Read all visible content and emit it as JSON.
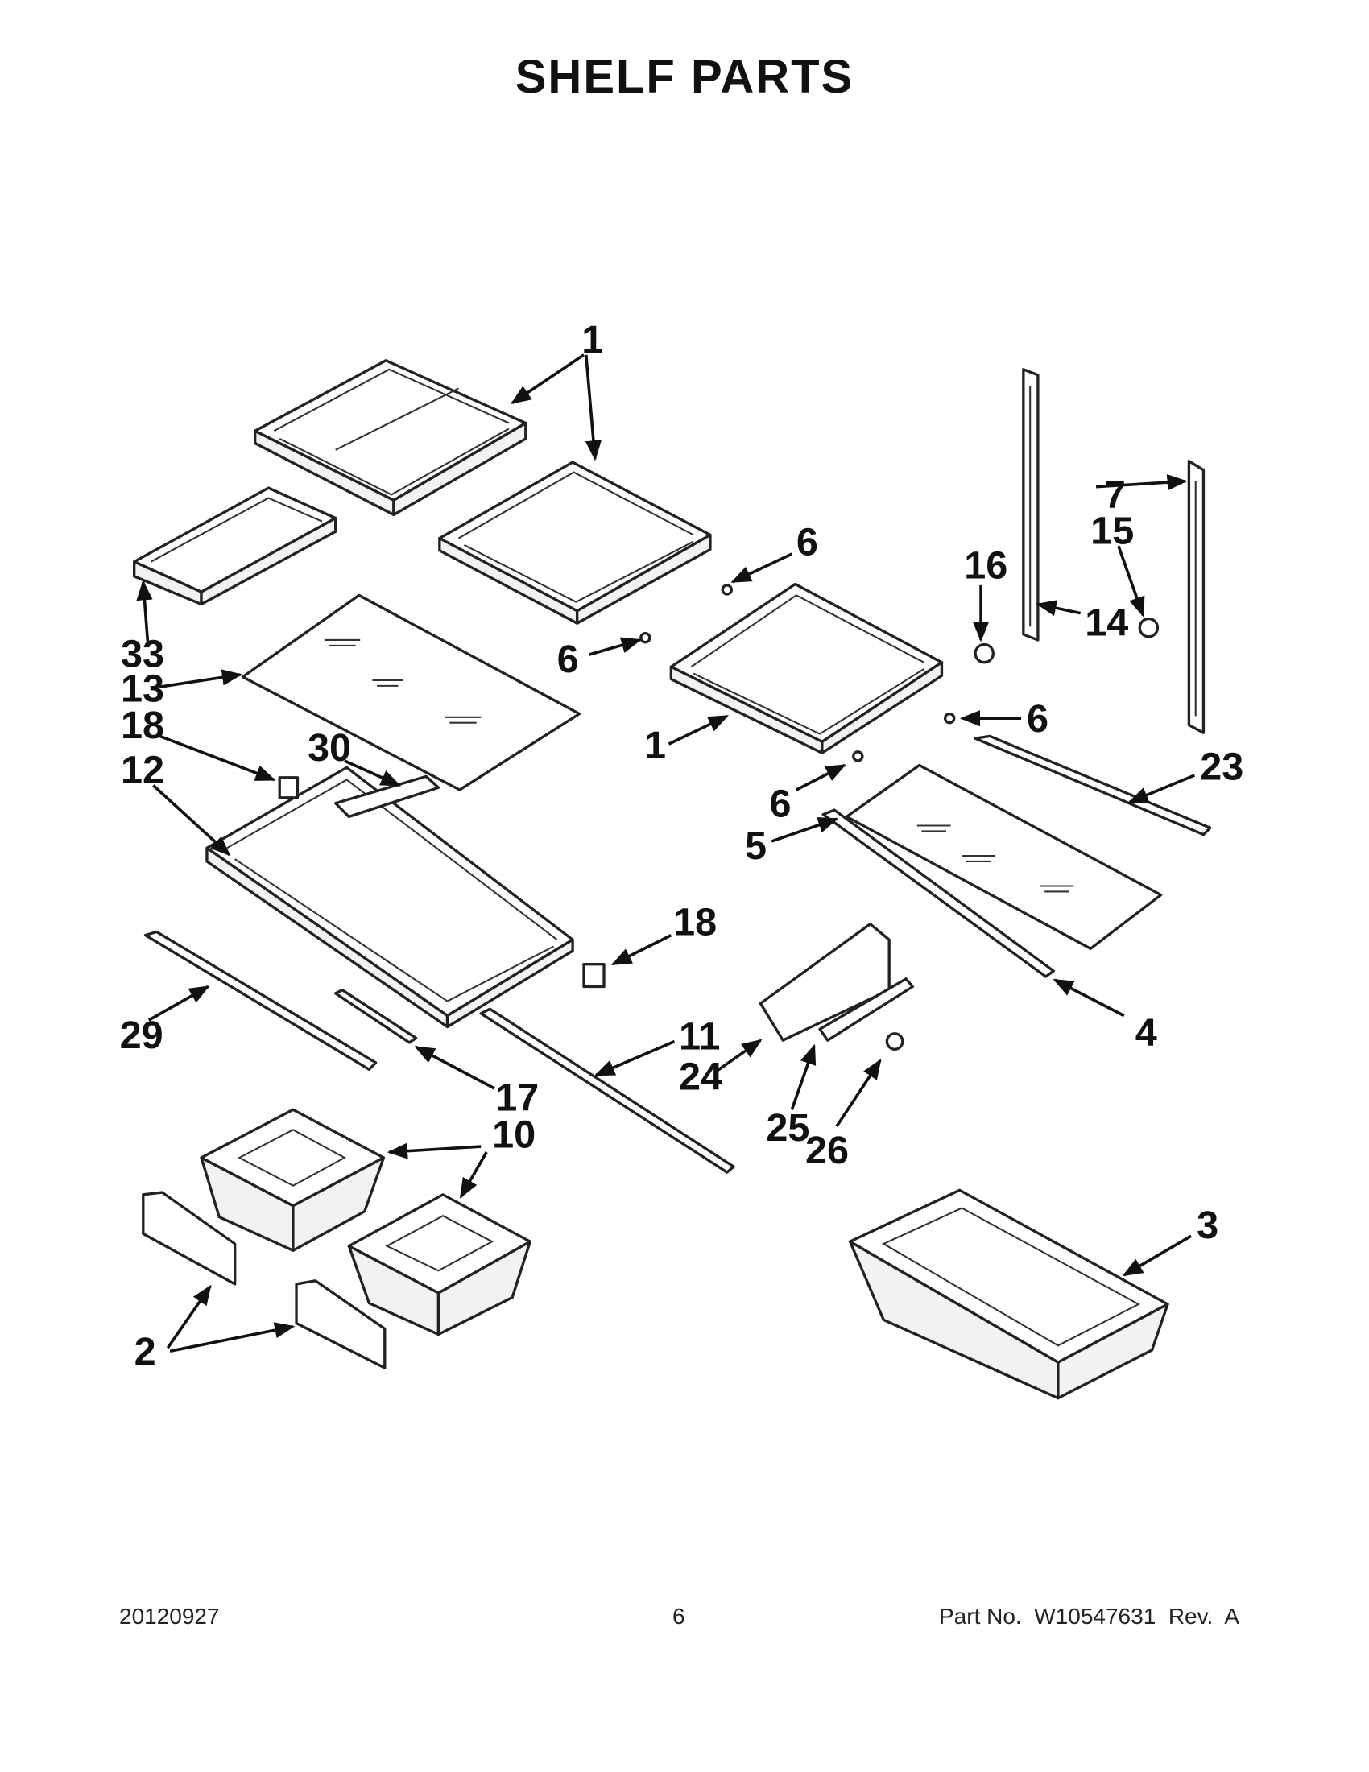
{
  "title": "SHELF PARTS",
  "callouts": [
    {
      "id": "c1a",
      "text": "1"
    },
    {
      "id": "c6a",
      "text": "6"
    },
    {
      "id": "c7",
      "text": "7"
    },
    {
      "id": "c15",
      "text": "15"
    },
    {
      "id": "c16",
      "text": "16"
    },
    {
      "id": "c6b",
      "text": "6"
    },
    {
      "id": "c14",
      "text": "14"
    },
    {
      "id": "c33",
      "text": "33"
    },
    {
      "id": "c13",
      "text": "13"
    },
    {
      "id": "c6c",
      "text": "6"
    },
    {
      "id": "c18a",
      "text": "18"
    },
    {
      "id": "c30",
      "text": "30"
    },
    {
      "id": "c1b",
      "text": "1"
    },
    {
      "id": "c12",
      "text": "12"
    },
    {
      "id": "c6d",
      "text": "6"
    },
    {
      "id": "c23",
      "text": "23"
    },
    {
      "id": "c5",
      "text": "5"
    },
    {
      "id": "c18b",
      "text": "18"
    },
    {
      "id": "c4",
      "text": "4"
    },
    {
      "id": "c29",
      "text": "29"
    },
    {
      "id": "c11",
      "text": "11"
    },
    {
      "id": "c24",
      "text": "24"
    },
    {
      "id": "c17",
      "text": "17"
    },
    {
      "id": "c10",
      "text": "10"
    },
    {
      "id": "c25",
      "text": "25"
    },
    {
      "id": "c26",
      "text": "26"
    },
    {
      "id": "c3",
      "text": "3"
    },
    {
      "id": "c2",
      "text": "2"
    }
  ],
  "footer": {
    "date": "20120927",
    "page": "6",
    "part_no": "Part No.  W10547631  Rev.  A"
  }
}
